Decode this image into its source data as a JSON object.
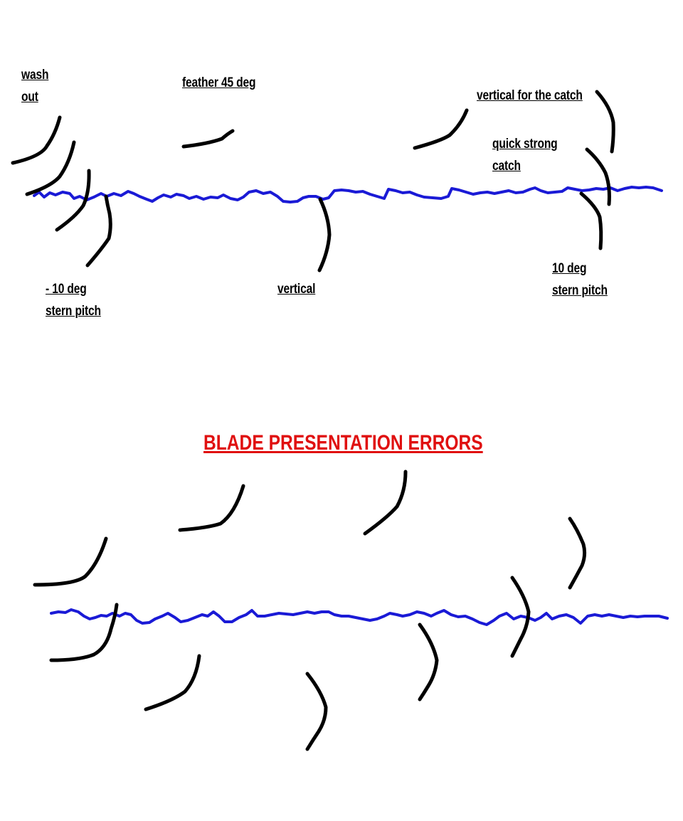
{
  "colors": {
    "water": "#1a1ad6",
    "blade": "#000000",
    "title": "#e01010",
    "background": "#ffffff"
  },
  "title": "BLADE PRESENTATION ERRORS",
  "labels": {
    "wash_out": [
      "wash",
      "out"
    ],
    "feather": "feather 45 deg",
    "vertical_catch": "vertical for the catch",
    "quick_strong_catch": [
      "quick strong",
      "catch"
    ],
    "minus_10_deg": [
      "- 10 deg",
      "stern pitch"
    ],
    "vertical": "vertical",
    "plus_10_deg": [
      "10 deg",
      "stern pitch"
    ]
  }
}
